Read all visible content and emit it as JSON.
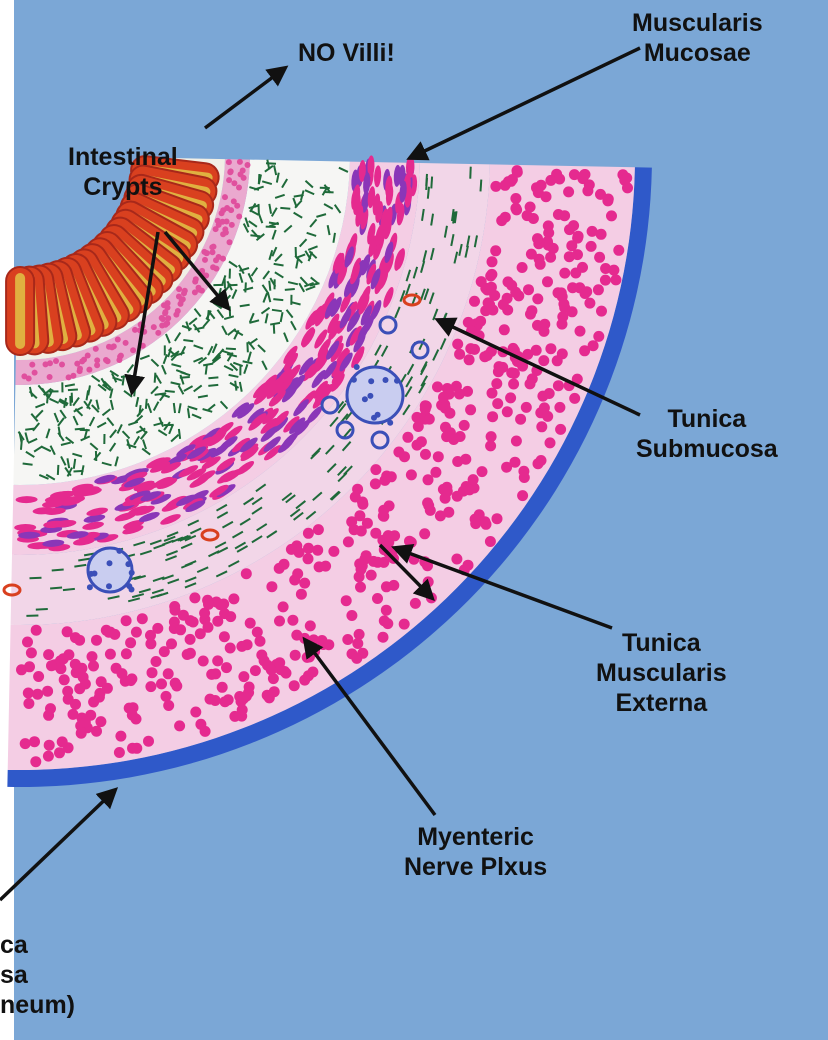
{
  "labels": {
    "no_villi": "NO Villi!",
    "muscularis_mucosae": "Muscularis\nMucosae",
    "intestinal_crypts": "Intestinal\nCrypts",
    "tunica_submucosa": "Tunica\nSubmucosa",
    "tunica_muscularis_externa": "Tunica\nMuscularis\nExterna",
    "myenteric_nerve_plexus": "Myenteric\nNerve Plxus",
    "tunica_serosa_partial": "ca\nsa\nneum)"
  },
  "colors": {
    "background": "#7ba7d6",
    "crypt_red": "#d9401f",
    "crypt_yellow": "#e0b040",
    "muscularis_mucosae_magenta": "#e0509e",
    "muscle_nuclei": "#e52a8f",
    "muscle_nuclei_purple": "#8a36b8",
    "connective_green": "#1f6a3a",
    "gland_blue": "#3b4fb8",
    "serosa_blue": "#2f59c9",
    "tissue_white": "#f6f6f4",
    "muscle_pink": "#f4cde4",
    "arrow": "#111111"
  }
}
